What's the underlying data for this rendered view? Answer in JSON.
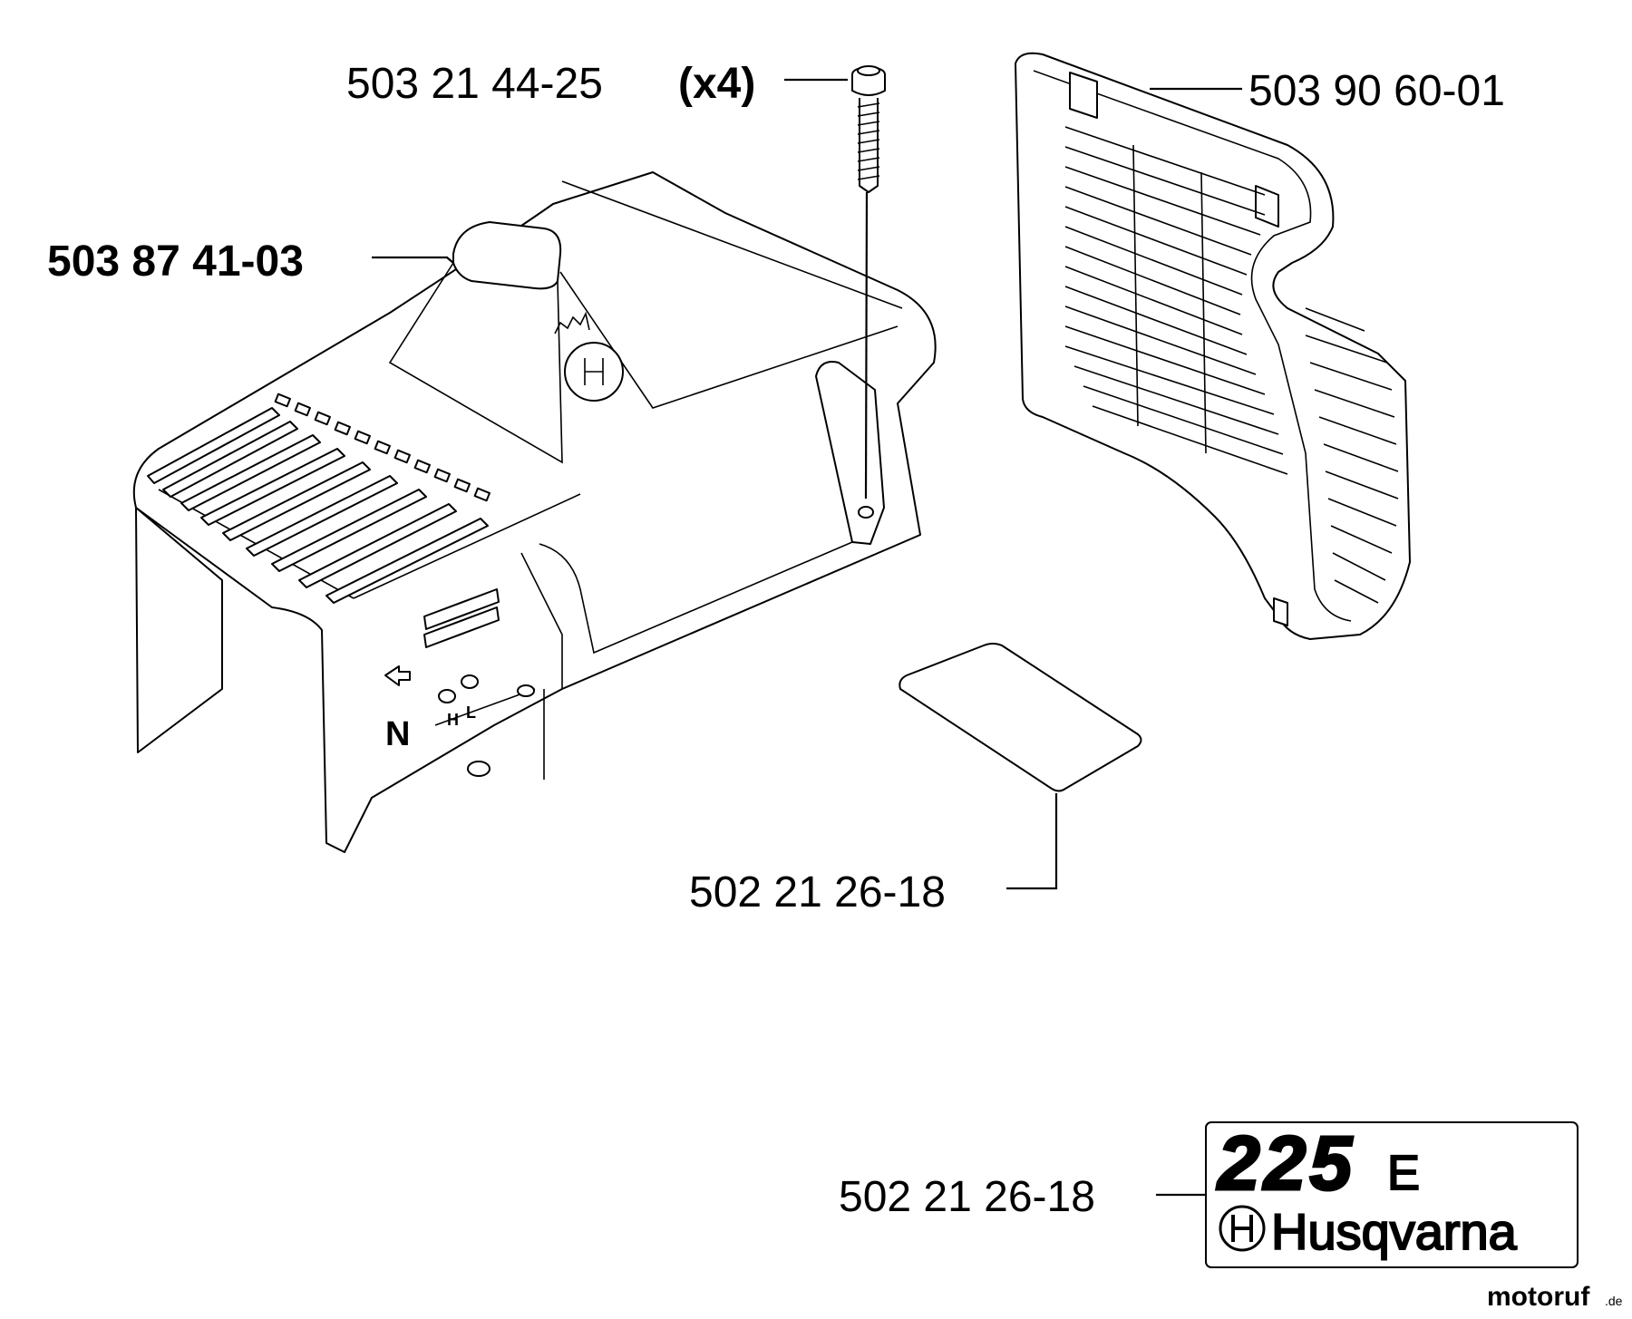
{
  "parts": {
    "screw": {
      "number": "503 21 44-25",
      "qty": "(x4)"
    },
    "cover": {
      "number": "503 87 41-03"
    },
    "guard": {
      "number": "503 90 60-01"
    },
    "label_blank": {
      "number": "502 21 26-18"
    },
    "decal": {
      "number": "502 21 26-18"
    }
  },
  "decal": {
    "model": "225",
    "suffix": "E",
    "brand": "Husqvarna"
  },
  "cover_markings": {
    "h": "H",
    "l": "L",
    "n": "N"
  },
  "watermark": {
    "main": "motoruf",
    "tld": ".de"
  },
  "colors": {
    "ink": "#000000",
    "watermark": "#8a3b5c"
  }
}
